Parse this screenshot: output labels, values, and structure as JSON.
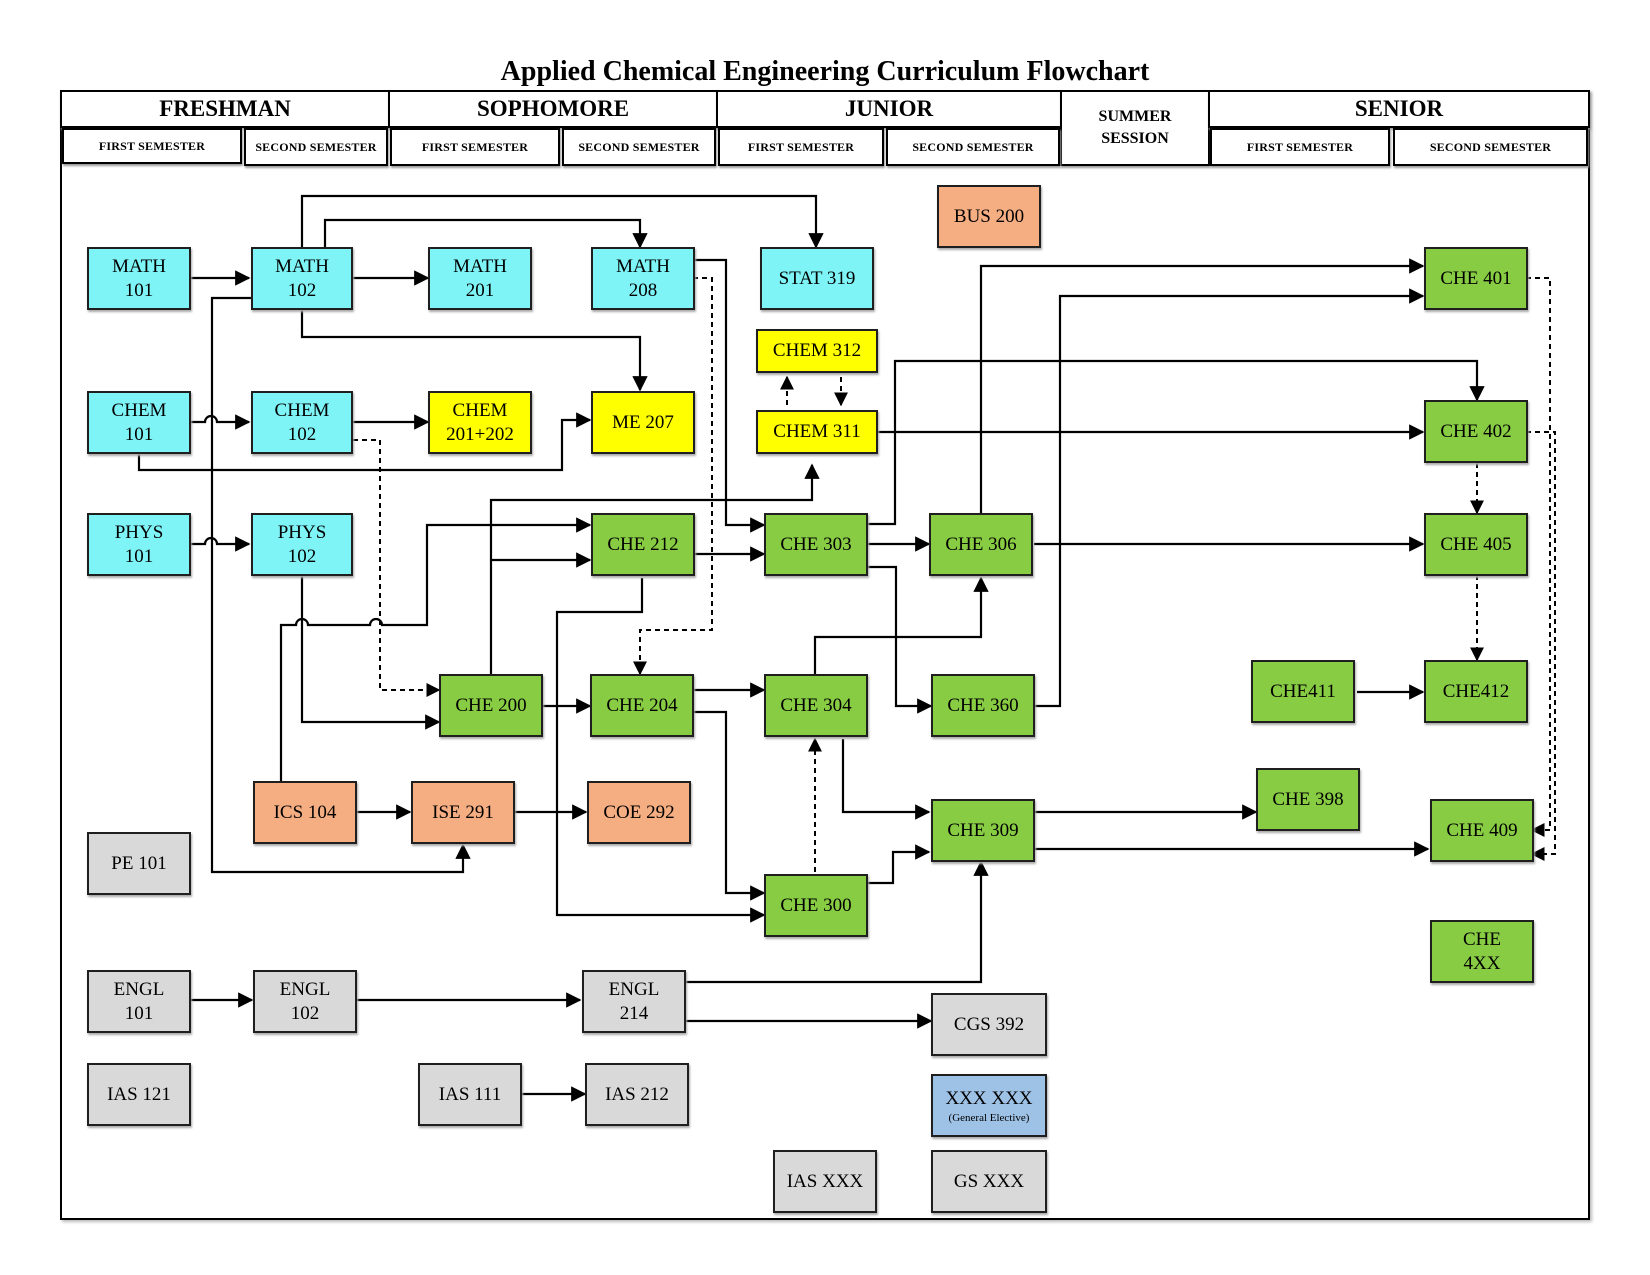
{
  "title": "Applied Chemical Engineering Curriculum Flowchart",
  "years": {
    "freshman": "FRESHMAN",
    "sophomore": "SOPHOMORE",
    "junior": "JUNIOR",
    "summer": "SUMMER\nSESSION",
    "senior": "SENIOR"
  },
  "semesters": {
    "first": "FIRST SEMESTER",
    "second": "SECOND SEMESTER"
  },
  "colors": {
    "basic_science": "#7ff4f7",
    "chemistry": "#ffff00",
    "chemical_engineering": "#88cc44",
    "support": "#f5ad82",
    "general": "#d9d9d9",
    "general_elective": "#9ec1e6"
  },
  "courses": {
    "math101": "MATH\n101",
    "math102": "MATH\n102",
    "math201": "MATH\n201",
    "math208": "MATH\n208",
    "stat319": "STAT 319",
    "bus200": "BUS 200",
    "che401": "CHE 401",
    "chem312": "CHEM 312",
    "chem101": "CHEM\n101",
    "chem102": "CHEM\n102",
    "chem201": "CHEM\n201+202",
    "me207": "ME 207",
    "chem311": "CHEM 311",
    "che402": "CHE 402",
    "phys101": "PHYS\n101",
    "phys102": "PHYS\n102",
    "che212": "CHE 212",
    "che303": "CHE 303",
    "che306": "CHE 306",
    "che405": "CHE 405",
    "che200": "CHE 200",
    "che204": "CHE 204",
    "che304": "CHE 304",
    "che360": "CHE 360",
    "che411": "CHE411",
    "che412": "CHE412",
    "ics104": "ICS 104",
    "ise291": "ISE 291",
    "coe292": "COE 292",
    "che398": "CHE 398",
    "che309": "CHE 309",
    "che409": "CHE 409",
    "pe101": "PE 101",
    "che300": "CHE 300",
    "che4xx": "CHE\n4XX",
    "engl101": "ENGL\n101",
    "engl102": "ENGL\n102",
    "engl214": "ENGL\n214",
    "cgs392": "CGS 392",
    "ias121": "IAS 121",
    "ias111": "IAS 111",
    "ias212": "IAS 212",
    "xxx": "XXX XXX",
    "xxx_note": "(General Elective)",
    "iasxxx": "IAS XXX",
    "gsxxx": "GS XXX"
  }
}
